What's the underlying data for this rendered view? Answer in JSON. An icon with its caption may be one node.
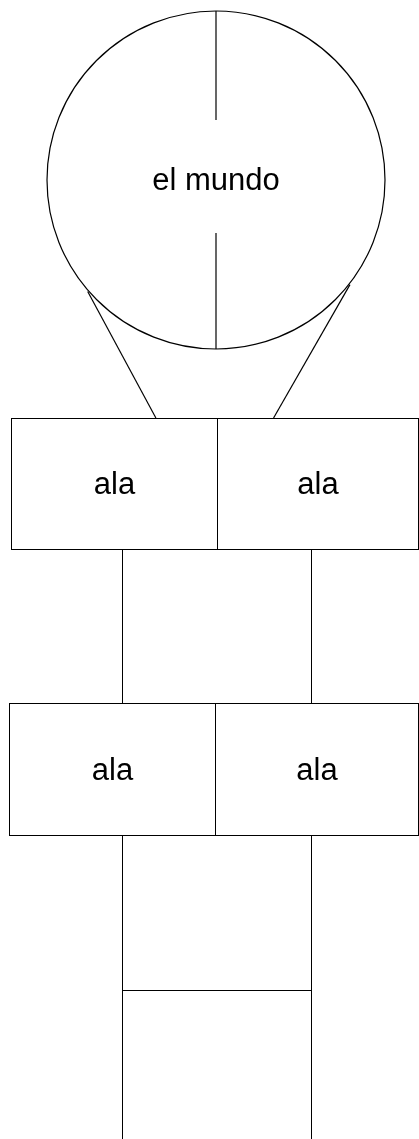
{
  "diagram": {
    "nodes": [
      {
        "text": [
          "el mundo"
        ]
      },
      {
        "text": [
          "ala"
        ]
      },
      {
        "text": [
          "ala"
        ]
      },
      {
        "text": [],
        "shape": "box"
      },
      {
        "text": [
          "ala"
        ]
      },
      {
        "text": [
          "ala"
        ]
      },
      {
        "text": [],
        "shape": "box"
      },
      {
        "text": [],
        "shape": "box"
      }
    ],
    "edges": [
      {
        "from": 0,
        "to": 1,
        "arrow": "none"
      },
      {
        "from": 0,
        "to": 2,
        "arrow": "none"
      }
    ]
  }
}
